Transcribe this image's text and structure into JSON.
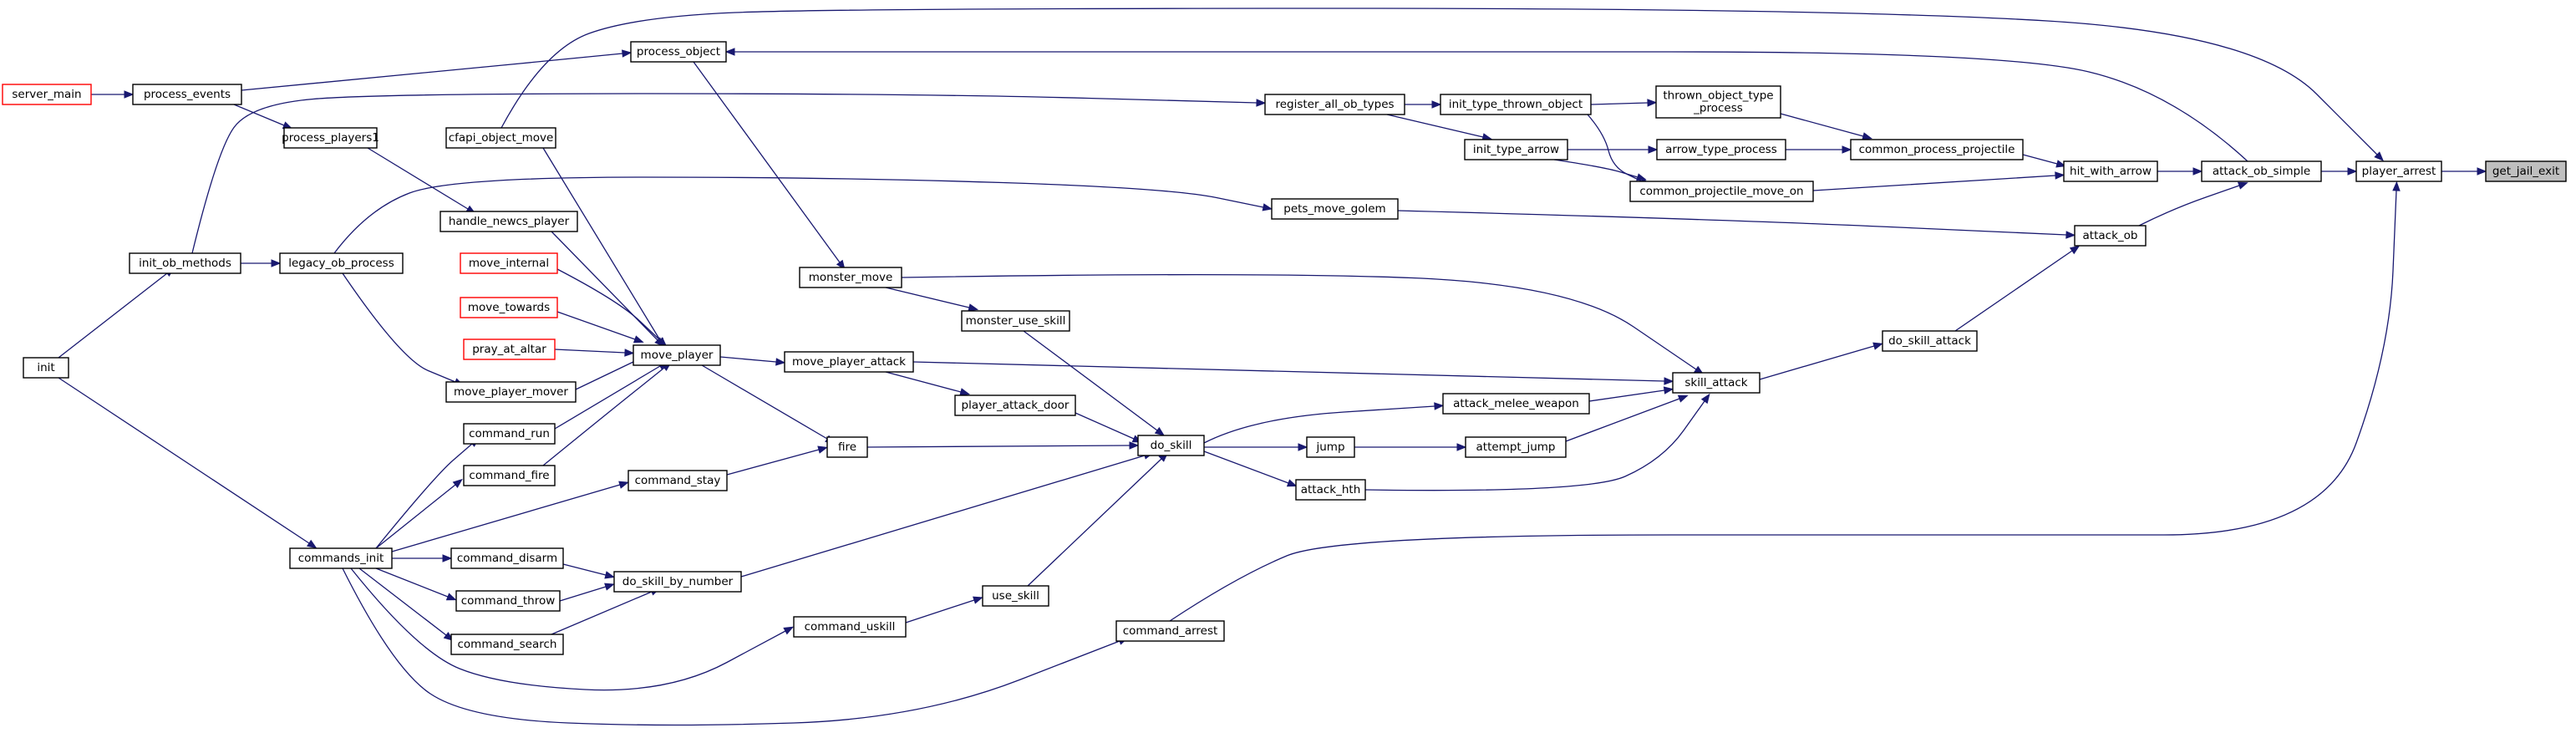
{
  "graph": {
    "title": "",
    "nodes": [
      {
        "id": "get_jail_exit",
        "label": "get_jail_exit",
        "style": "target"
      },
      {
        "id": "player_arrest",
        "label": "player_arrest"
      },
      {
        "id": "attack_ob_simple",
        "label": "attack_ob_simple"
      },
      {
        "id": "hit_with_arrow",
        "label": "hit_with_arrow"
      },
      {
        "id": "common_process_projectile",
        "label": "common_process_projectile"
      },
      {
        "id": "thrown_object_type_process",
        "label": "thrown_object_type\n_process"
      },
      {
        "id": "arrow_type_process",
        "label": "arrow_type_process"
      },
      {
        "id": "common_projectile_move_on",
        "label": "common_projectile_move_on"
      },
      {
        "id": "init_type_thrown_object",
        "label": "init_type_thrown_object"
      },
      {
        "id": "init_type_arrow",
        "label": "init_type_arrow"
      },
      {
        "id": "register_all_ob_types",
        "label": "register_all_ob_types"
      },
      {
        "id": "process_object",
        "label": "process_object"
      },
      {
        "id": "process_events",
        "label": "process_events"
      },
      {
        "id": "server_main",
        "label": "server_main",
        "style": "trunc"
      },
      {
        "id": "process_players1",
        "label": "process_players1"
      },
      {
        "id": "cfapi_object_move",
        "label": "cfapi_object_move"
      },
      {
        "id": "handle_newcs_player",
        "label": "handle_newcs_player"
      },
      {
        "id": "move_internal",
        "label": "move_internal",
        "style": "trunc"
      },
      {
        "id": "move_towards",
        "label": "move_towards",
        "style": "trunc"
      },
      {
        "id": "pray_at_altar",
        "label": "pray_at_altar",
        "style": "trunc"
      },
      {
        "id": "move_player",
        "label": "move_player"
      },
      {
        "id": "move_player_mover",
        "label": "move_player_mover"
      },
      {
        "id": "command_run",
        "label": "command_run"
      },
      {
        "id": "command_fire",
        "label": "command_fire"
      },
      {
        "id": "command_stay",
        "label": "command_stay"
      },
      {
        "id": "command_disarm",
        "label": "command_disarm"
      },
      {
        "id": "command_throw",
        "label": "command_throw"
      },
      {
        "id": "command_search",
        "label": "command_search"
      },
      {
        "id": "do_skill_by_number",
        "label": "do_skill_by_number"
      },
      {
        "id": "commands_init",
        "label": "commands_init"
      },
      {
        "id": "init",
        "label": "init"
      },
      {
        "id": "init_ob_methods",
        "label": "init_ob_methods"
      },
      {
        "id": "legacy_ob_process",
        "label": "legacy_ob_process"
      },
      {
        "id": "pets_move_golem",
        "label": "pets_move_golem"
      },
      {
        "id": "attack_ob",
        "label": "attack_ob"
      },
      {
        "id": "monster_move",
        "label": "monster_move"
      },
      {
        "id": "monster_use_skill",
        "label": "monster_use_skill"
      },
      {
        "id": "move_player_attack",
        "label": "move_player_attack"
      },
      {
        "id": "player_attack_door",
        "label": "player_attack_door"
      },
      {
        "id": "fire",
        "label": "fire"
      },
      {
        "id": "do_skill",
        "label": "do_skill"
      },
      {
        "id": "jump",
        "label": "jump"
      },
      {
        "id": "attack_hth",
        "label": "attack_hth"
      },
      {
        "id": "attempt_jump",
        "label": "attempt_jump"
      },
      {
        "id": "attack_melee_weapon",
        "label": "attack_melee_weapon"
      },
      {
        "id": "skill_attack",
        "label": "skill_attack"
      },
      {
        "id": "do_skill_attack",
        "label": "do_skill_attack"
      },
      {
        "id": "use_skill",
        "label": "use_skill"
      },
      {
        "id": "command_uskill",
        "label": "command_uskill"
      },
      {
        "id": "command_arrest",
        "label": "command_arrest"
      }
    ],
    "edges": [
      {
        "from": "player_arrest",
        "to": "get_jail_exit"
      },
      {
        "from": "attack_ob_simple",
        "to": "player_arrest"
      },
      {
        "from": "cfapi_object_move",
        "to": "player_arrest"
      },
      {
        "from": "command_arrest",
        "to": "player_arrest"
      },
      {
        "from": "hit_with_arrow",
        "to": "attack_ob_simple"
      },
      {
        "from": "attack_ob",
        "to": "attack_ob_simple"
      },
      {
        "from": "attack_ob_simple",
        "to": "process_object"
      },
      {
        "from": "common_process_projectile",
        "to": "hit_with_arrow"
      },
      {
        "from": "common_projectile_move_on",
        "to": "hit_with_arrow"
      },
      {
        "from": "arrow_type_process",
        "to": "common_process_projectile"
      },
      {
        "from": "thrown_object_type_process",
        "to": "common_process_projectile"
      },
      {
        "from": "init_type_thrown_object",
        "to": "thrown_object_type_process"
      },
      {
        "from": "init_type_arrow",
        "to": "arrow_type_process"
      },
      {
        "from": "init_type_thrown_object",
        "to": "common_projectile_move_on"
      },
      {
        "from": "init_type_arrow",
        "to": "common_projectile_move_on"
      },
      {
        "from": "register_all_ob_types",
        "to": "init_type_thrown_object"
      },
      {
        "from": "register_all_ob_types",
        "to": "init_type_arrow"
      },
      {
        "from": "init_ob_methods",
        "to": "register_all_ob_types"
      },
      {
        "from": "process_events",
        "to": "process_object"
      },
      {
        "from": "server_main",
        "to": "process_events"
      },
      {
        "from": "process_events",
        "to": "process_players1"
      },
      {
        "from": "process_object",
        "to": "monster_move"
      },
      {
        "from": "legacy_ob_process",
        "to": "pets_move_golem"
      },
      {
        "from": "pets_move_golem",
        "to": "attack_ob"
      },
      {
        "from": "do_skill_attack",
        "to": "attack_ob"
      },
      {
        "from": "skill_attack",
        "to": "do_skill_attack"
      },
      {
        "from": "monster_move",
        "to": "skill_attack"
      },
      {
        "from": "move_player_attack",
        "to": "skill_attack"
      },
      {
        "from": "attack_melee_weapon",
        "to": "skill_attack"
      },
      {
        "from": "attempt_jump",
        "to": "skill_attack"
      },
      {
        "from": "attack_hth",
        "to": "skill_attack"
      },
      {
        "from": "do_skill",
        "to": "attack_melee_weapon"
      },
      {
        "from": "do_skill",
        "to": "jump"
      },
      {
        "from": "do_skill",
        "to": "attack_hth"
      },
      {
        "from": "jump",
        "to": "attempt_jump"
      },
      {
        "from": "monster_move",
        "to": "monster_use_skill"
      },
      {
        "from": "monster_use_skill",
        "to": "do_skill"
      },
      {
        "from": "move_player_attack",
        "to": "player_attack_door"
      },
      {
        "from": "player_attack_door",
        "to": "do_skill"
      },
      {
        "from": "fire",
        "to": "do_skill"
      },
      {
        "from": "do_skill_by_number",
        "to": "do_skill"
      },
      {
        "from": "use_skill",
        "to": "do_skill"
      },
      {
        "from": "command_uskill",
        "to": "use_skill"
      },
      {
        "from": "move_player",
        "to": "move_player_attack"
      },
      {
        "from": "move_player",
        "to": "fire"
      },
      {
        "from": "command_stay",
        "to": "fire"
      },
      {
        "from": "cfapi_object_move",
        "to": "move_player"
      },
      {
        "from": "handle_newcs_player",
        "to": "move_player"
      },
      {
        "from": "move_internal",
        "to": "move_player"
      },
      {
        "from": "move_towards",
        "to": "move_player"
      },
      {
        "from": "pray_at_altar",
        "to": "move_player"
      },
      {
        "from": "move_player_mover",
        "to": "move_player"
      },
      {
        "from": "command_run",
        "to": "move_player"
      },
      {
        "from": "command_fire",
        "to": "move_player"
      },
      {
        "from": "process_players1",
        "to": "handle_newcs_player"
      },
      {
        "from": "legacy_ob_process",
        "to": "move_player_mover"
      },
      {
        "from": "init_ob_methods",
        "to": "legacy_ob_process"
      },
      {
        "from": "init",
        "to": "init_ob_methods"
      },
      {
        "from": "init",
        "to": "commands_init"
      },
      {
        "from": "commands_init",
        "to": "command_run"
      },
      {
        "from": "commands_init",
        "to": "command_fire"
      },
      {
        "from": "commands_init",
        "to": "command_stay"
      },
      {
        "from": "commands_init",
        "to": "command_disarm"
      },
      {
        "from": "commands_init",
        "to": "command_throw"
      },
      {
        "from": "commands_init",
        "to": "command_search"
      },
      {
        "from": "commands_init",
        "to": "command_uskill"
      },
      {
        "from": "commands_init",
        "to": "command_arrest"
      },
      {
        "from": "command_disarm",
        "to": "do_skill_by_number"
      },
      {
        "from": "command_throw",
        "to": "do_skill_by_number"
      },
      {
        "from": "command_search",
        "to": "do_skill_by_number"
      }
    ]
  },
  "colors": {
    "edge": "#191970",
    "node_border": "#000000",
    "truncated_border": "#ff0000",
    "target_fill": "#bfbfbf",
    "background": "#ffffff"
  }
}
